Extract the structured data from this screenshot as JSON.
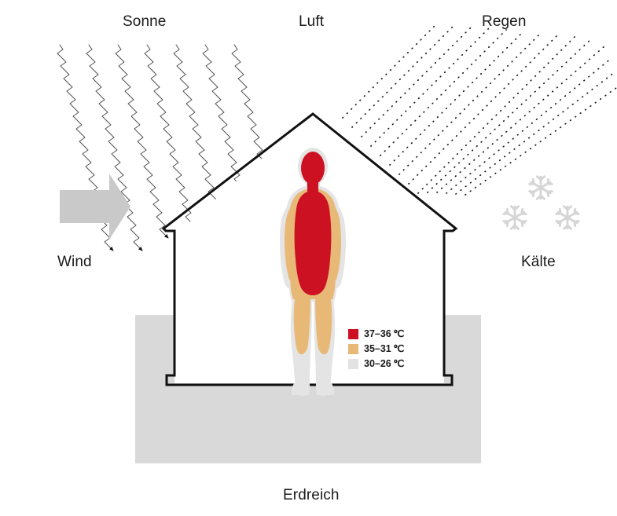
{
  "figure": {
    "title_visible": false,
    "background_color": "#ffffff"
  },
  "environment_labels": {
    "sun": "Sonne",
    "air": "Luft",
    "rain": "Regen",
    "wind": "Wind",
    "cold": "Kälte",
    "ground": "Erdreich"
  },
  "legend": {
    "items": [
      {
        "label": "37–36 ℃",
        "color": "#cc1122"
      },
      {
        "label": "35–31 ℃",
        "color": "#e8b877"
      },
      {
        "label": "30–26 ℃",
        "color": "#e2e2e2"
      }
    ]
  },
  "body_zones": {
    "core": {
      "name": "core-37-36",
      "color": "#cc1122"
    },
    "middle": {
      "name": "middle-35-31",
      "color": "#e8b877"
    },
    "outer": {
      "name": "outer-30-26",
      "color": "#dedede"
    },
    "halo": {
      "name": "body-outline-halo",
      "color": "#ebebeb"
    }
  },
  "colors": {
    "house_outline": "#111111",
    "ground_fill": "#d9d9d9",
    "wind_arrow": "#c9c9c9",
    "snowflake": "#d5d5d5",
    "sun_ray": "#555555",
    "rain_dot": "#1a1a1a",
    "arrow_head": "#111111",
    "text": "#1a1a1a"
  },
  "elements": {
    "sun_ray_count": 7,
    "rain_line_count": 14,
    "snowflake_count": 3,
    "house_shape": "gabled-house-outline",
    "wind_direction": "right"
  }
}
